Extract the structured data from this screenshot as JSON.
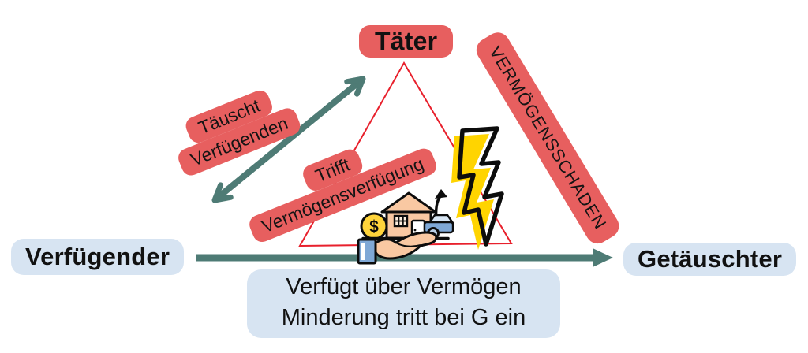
{
  "colors": {
    "label_red": "#e75f5f",
    "node_blue": "#d7e4f2",
    "arrow_teal": "#4e7b75",
    "triangle_red": "#e8202c",
    "bolt_yellow": "#ffd400",
    "coin_yellow": "#ffd43b",
    "skin_peach": "#f9c8a2",
    "car_blue": "#7fa8d6",
    "text": "#111111"
  },
  "nodes": {
    "taeter": "Täter",
    "verfuegender": "Verfügender",
    "getaeuschter": "Getäuschter"
  },
  "labels": {
    "taeuscht": {
      "line1": "Täuscht",
      "line2": "Verfügenden"
    },
    "trifft": {
      "line1": "Trifft",
      "line2": "Vermögensverfügung"
    },
    "schaden": "VERMÖGENSSCHADEN",
    "caption": {
      "line1": "Verfügt über Vermögen",
      "line2": "Minderung tritt bei G ein"
    }
  },
  "icons": {
    "lightning": "lightning-bolt-icon",
    "assets": "hand-holding-assets-icon",
    "coin_symbol": "$"
  }
}
